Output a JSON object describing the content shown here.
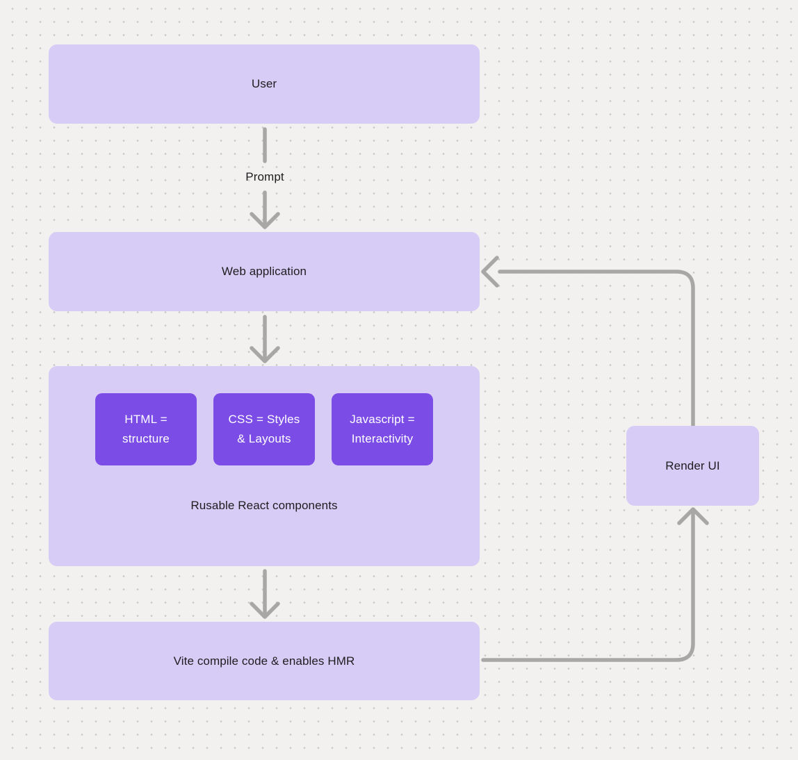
{
  "canvas": {
    "background": "#f2f1ef",
    "dot_color": "#c9c8c6"
  },
  "colors": {
    "node_fill": "#d7ccf6",
    "accent_node_fill": "#7c4ce6",
    "arrow": "#a8a7a5",
    "text_dark": "#1d1d1f",
    "text_light": "#ffffff"
  },
  "nodes": {
    "user": {
      "label": "User"
    },
    "web_application": {
      "label": "Web application"
    },
    "components_group": {
      "caption": "Rusable React components",
      "children": [
        {
          "label": "HTML =\nstructure"
        },
        {
          "label": "CSS = Styles\n& Layouts"
        },
        {
          "label": "Javascript =\nInteractivity"
        }
      ]
    },
    "vite": {
      "label": "Vite compile code & enables HMR"
    },
    "render_ui": {
      "label": "Render UI"
    }
  },
  "edges": {
    "prompt_label": "Prompt"
  }
}
